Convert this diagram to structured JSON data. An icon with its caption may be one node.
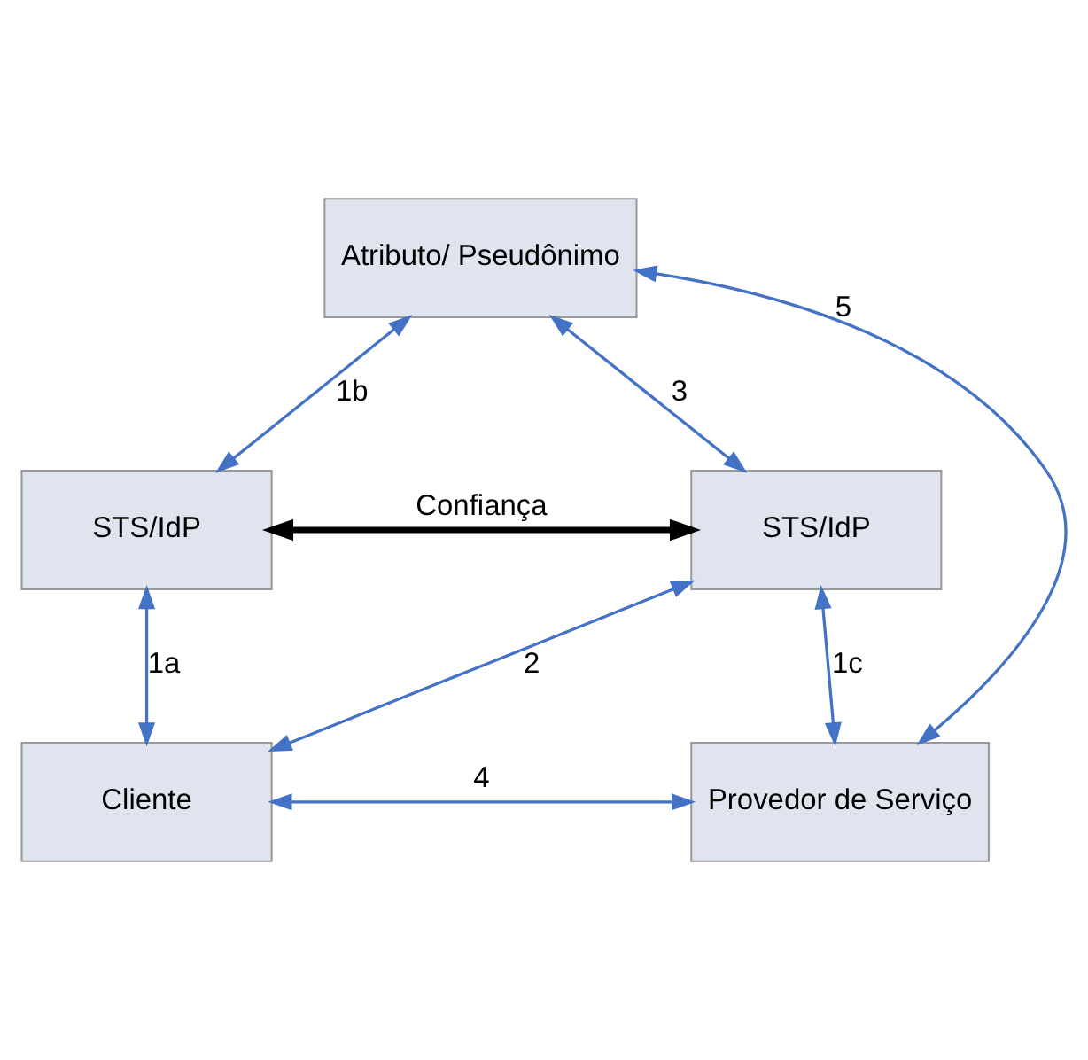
{
  "diagram": {
    "nodes": [
      {
        "text": [
          "Atributo/ Pseudônimo"
        ]
      },
      {
        "text": [
          "STS/IdP"
        ]
      },
      {
        "text": [
          "Cliente"
        ]
      },
      {
        "text": [
          "STS/IdP"
        ]
      },
      {
        "text": [
          "Provedor de Serviço"
        ]
      }
    ],
    "edges": [
      {
        "from": 0,
        "to": 1,
        "arrow": "both",
        "label": "1b"
      },
      {
        "from": 1,
        "to": 2,
        "arrow": "both",
        "label": "1a"
      },
      {
        "from": 2,
        "to": 3,
        "arrow": "both",
        "label": "2"
      },
      {
        "from": 0,
        "to": 3,
        "arrow": "both",
        "label": "3"
      },
      {
        "from": 3,
        "to": 4,
        "arrow": "both",
        "label": "1c"
      },
      {
        "from": 2,
        "to": 4,
        "arrow": "both",
        "label": "4"
      },
      {
        "from": 4,
        "to": 0,
        "arrow": "both",
        "label": "5"
      },
      {
        "from": 1,
        "to": 3,
        "arrow": "both",
        "label": "Confiança",
        "style": "thick",
        "color": "#000000"
      }
    ]
  }
}
